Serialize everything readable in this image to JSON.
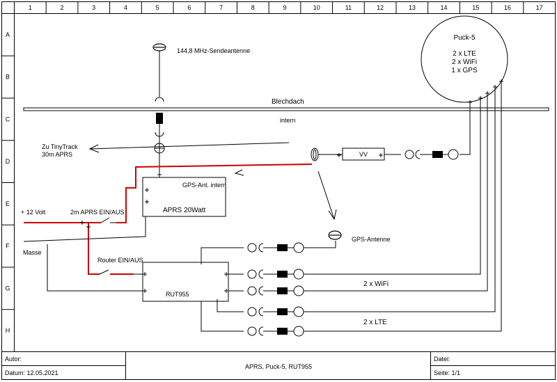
{
  "grid": {
    "columns": [
      "1",
      "2",
      "3",
      "4",
      "5",
      "6",
      "7",
      "8",
      "9",
      "10",
      "11",
      "12",
      "13",
      "14",
      "15",
      "16",
      "17"
    ],
    "rows": [
      "A",
      "B",
      "C",
      "D",
      "E",
      "F",
      "G",
      "H"
    ]
  },
  "labels": {
    "sendeantenne": "144,8 MHz-Sendeantenne",
    "blechdach": "Blechdach",
    "intern": "intern",
    "tinytrack_line1": "Zu TinyTrack",
    "tinytrack_line2": "30m APRS",
    "vv": "VV",
    "gps_ant_intern": "GPS-Ant. intern",
    "aprs_box": "APRS 20Watt",
    "plus12v": "+ 12 Volt",
    "aprs_switch": "2m APRS EIN/AUS",
    "masse": "Masse",
    "router_switch": "Router EIN/AUS",
    "rut_box": "RUT955",
    "gps_antenne": "GPS-Antenne",
    "wifi": "2 x WiFi",
    "lte": "2 x LTE"
  },
  "puck": {
    "title": "Puck-5",
    "line1": "2 x LTE",
    "line2": "2 x WiFi",
    "line3": "1 x GPS"
  },
  "title_block": {
    "author_label": "Autor:",
    "date": "Datum: 12.05.2021",
    "title": "APRS, Puck-5, RUT955",
    "file_label": "Datei:",
    "page": "Seite: 1/1"
  },
  "colors": {
    "power_line": "#cc0000",
    "wire": "#000000"
  }
}
